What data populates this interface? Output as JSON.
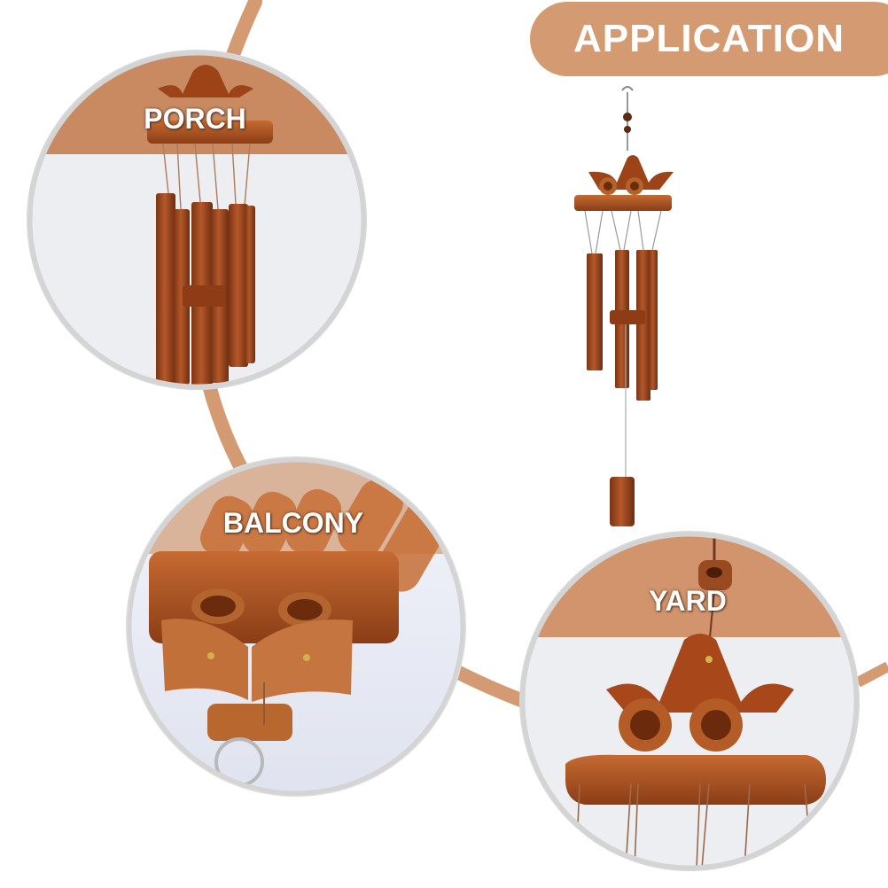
{
  "header": {
    "title": "APPLICATION"
  },
  "scenes": [
    {
      "label": "PORCH"
    },
    {
      "label": "BALCONY"
    },
    {
      "label": "YARD"
    }
  ],
  "colors": {
    "accent": "#d49a72",
    "bamboo": "#a24a1e",
    "bamboo_dark": "#7a3412",
    "bamboo_light": "#c0692f"
  }
}
